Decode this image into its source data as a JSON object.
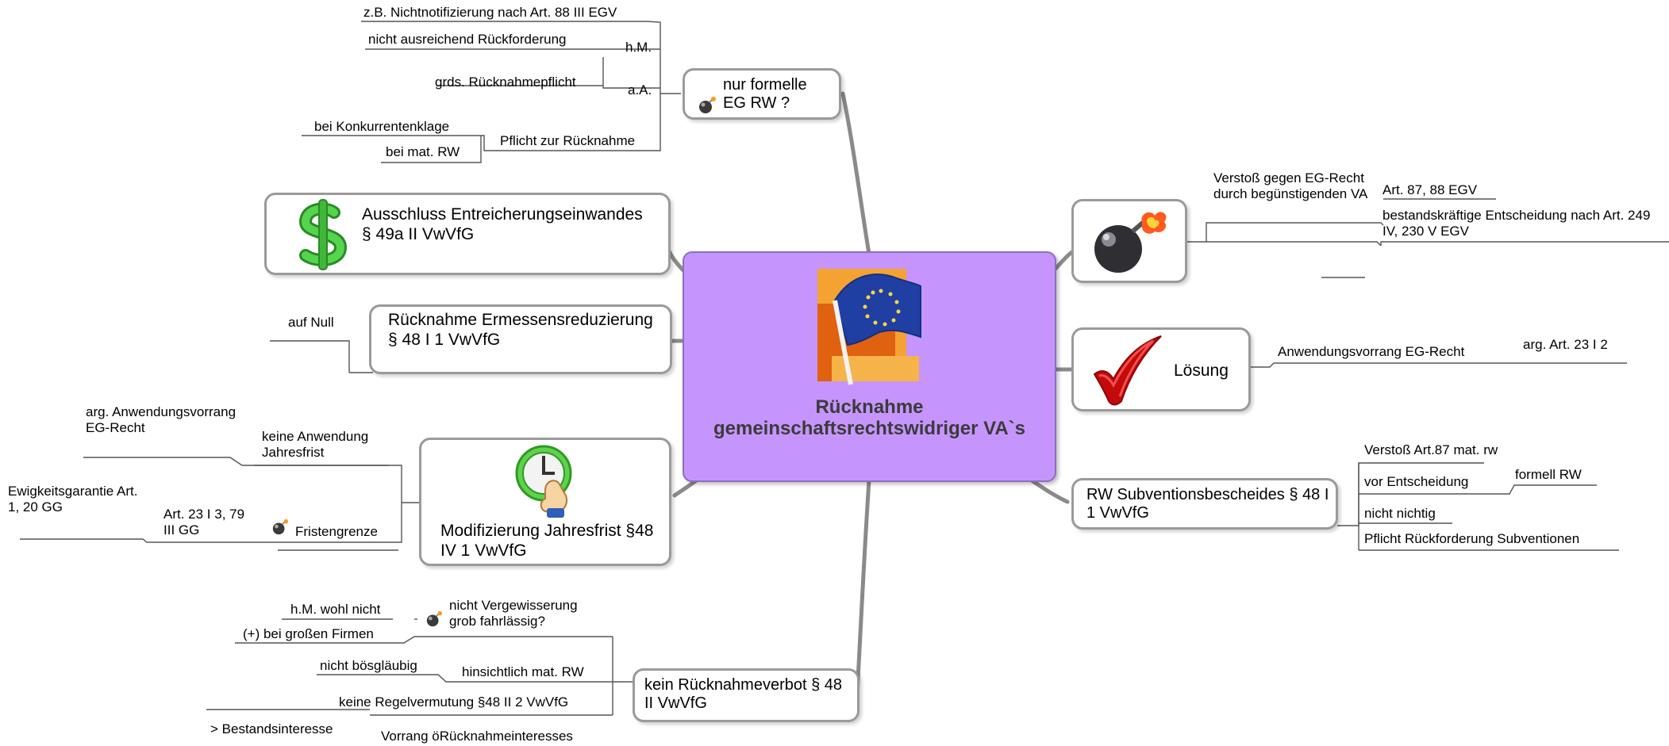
{
  "center": {
    "title": "Rücknahme gemeinschaftsrechtswidriger VA`s"
  },
  "topics": {
    "formelle": {
      "label": "nur formelle EG RW ?"
    },
    "ausschluss": {
      "label": "Ausschluss Entreicherungseinwandes § 49a II VwVfG"
    },
    "ruecknahme": {
      "label": "Rücknahme Ermessensreduzierung § 48 I 1 VwVfG"
    },
    "jahresfrist": {
      "label": "Modifizierung Jahresfrist §48 IV 1 VwVfG"
    },
    "verbot": {
      "label": "kein Rücknahmeverbot § 48 II VwVfG"
    },
    "verstoss": {
      "label": ""
    },
    "loesung": {
      "label": "Lösung"
    },
    "subvention": {
      "label": "RW Subventionsbescheides § 48 I 1 VwVfG"
    }
  },
  "subtopics": {
    "nichtnotif": "z.B. Nichtnotifizierung nach Art. 88 III EGV",
    "nichtausreichend": "nicht ausreichend Rückforderung",
    "hm": "h.M.",
    "grds": "grds. Rücknahmepflicht",
    "aa": "a.A.",
    "konkurrent": "bei Konkurrentenklage",
    "pflicht": "Pflicht zur Rücknahme",
    "matrw": "bei mat. RW",
    "aufnull": "auf Null",
    "arg": "arg. Anwendungsvorrang EG-Recht",
    "keineanw": "keine Anwendung Jahresfrist",
    "ewigkeit": "Ewigkeitsgarantie Art. 1, 20 GG",
    "art23": "Art. 23 I 3, 79 III GG",
    "fristengrenze": "Fristengrenze",
    "hmwohl": "h.M. wohl nicht",
    "grossefirmen": "(+) bei großen Firmen",
    "vergewisserung": "nicht Vergewisserung grob fahrlässig?",
    "boesglaeubig": "nicht bösgläubig",
    "hinsichtlich": "hinsichtlich mat. RW",
    "regelvermutung": "keine Regelvermutung §48 II 2 VwVfG",
    "bestand": "> Bestandsinteresse",
    "vorrang": "Vorrang öRücknahmeinteresses",
    "verstossgegen": "Verstoß gegen EG-Recht durch begünstigenden VA",
    "art87": "Art. 87, 88 EGV",
    "bestandskraeftig": "bestandskräftige Entscheidung nach Art. 249 IV, 230 V EGV",
    "anwendungsvorrang": "Anwendungsvorrang EG-Recht",
    "art23i2": "arg. Art. 23 I 2",
    "verstossart87": "Verstoß Art.87 mat. rw",
    "vorentscheidung": "vor Entscheidung",
    "formellrw": "formell RW",
    "nichtnichtig": "nicht nichtig",
    "rueckforderung": "Pflicht Rückforderung Subventionen"
  },
  "icons": {
    "flag": "eu-flag-icon",
    "dollar": "dollar-icon",
    "clock": "clock-hand-icon",
    "bomb": "bomb-icon",
    "check": "checkmark-icon",
    "small_bomb": "small-bomb-icon"
  },
  "colors": {
    "center_fill": "#c595fd",
    "branch_line": "#8c8c8c",
    "dollar_green": "#3fb83a",
    "check_red": "#d60b0b"
  }
}
